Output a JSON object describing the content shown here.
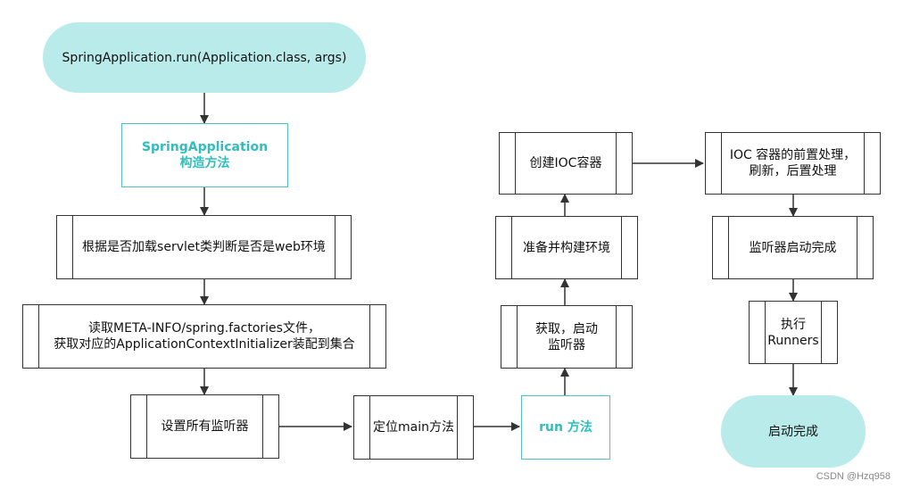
{
  "diagram": {
    "nodes": {
      "start": {
        "lines": [
          "SpringApplication.run(Application.class, args)"
        ]
      },
      "constructor": {
        "lines": [
          "SpringApplication",
          "构造方法"
        ]
      },
      "check_web": {
        "lines": [
          "根据是否加载servlet类判断是否是web环境"
        ]
      },
      "read_factories": {
        "lines": [
          "读取META-INFO/spring.factories文件，",
          "获取对应的ApplicationContextInitializer装配到集合"
        ]
      },
      "set_listeners": {
        "lines": [
          "设置所有监听器"
        ]
      },
      "locate_main": {
        "lines": [
          "定位main方法"
        ]
      },
      "run_method": {
        "lines": [
          "run 方法"
        ]
      },
      "get_start_listeners": {
        "lines": [
          "获取，启动",
          "监听器"
        ]
      },
      "prepare_env": {
        "lines": [
          "准备并构建环境"
        ]
      },
      "create_ioc": {
        "lines": [
          "创建IOC容器"
        ]
      },
      "ioc_processing": {
        "lines": [
          "IOC 容器的前置处理，",
          "刷新，后置处理"
        ]
      },
      "listener_started": {
        "lines": [
          "监听器启动完成"
        ]
      },
      "runners": {
        "lines": [
          "执行",
          "Runners"
        ]
      },
      "finish": {
        "lines": [
          "启动完成"
        ]
      }
    }
  },
  "watermark": "CSDN @Hzq958",
  "colors": {
    "terminal_fill": "#b9ebea",
    "highlight_border": "#4fc3c3",
    "highlight_text": "#2fbdbd",
    "stroke": "#333333"
  }
}
